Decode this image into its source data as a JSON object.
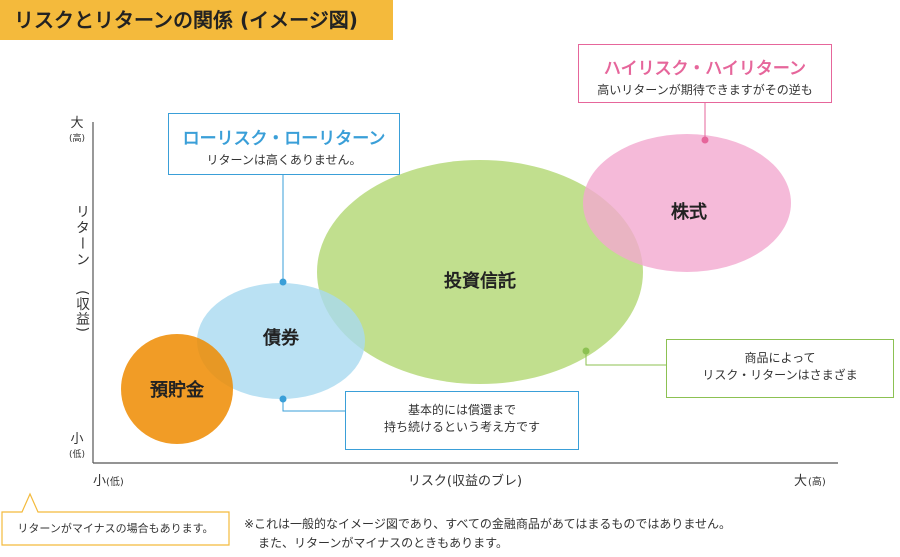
{
  "title": "リスクとリターンの関係 (イメージ図)",
  "axes": {
    "y_high": "大",
    "y_high_sub": "(高)",
    "y_low": "小",
    "y_low_sub": "(低)",
    "y_label_main": "リターン",
    "y_label_paren": "(収益)",
    "x_low": "小",
    "x_low_sub": "(低)",
    "x_label": "リスク(収益のブレ)",
    "x_high": "大",
    "x_high_sub": "(高)"
  },
  "assets": [
    {
      "id": "deposit",
      "label": "預貯金",
      "color": "#ef8b00"
    },
    {
      "id": "bonds",
      "label": "債券",
      "color": "#a9d9f0"
    },
    {
      "id": "funds",
      "label": "投資信託",
      "color": "#b6d97a"
    },
    {
      "id": "stocks",
      "label": "株式",
      "color": "#f2a9cf"
    }
  ],
  "callouts": {
    "low_risk": {
      "title": "ローリスク・ローリターン",
      "sub": "リターンは高くありません。",
      "color": "#3a9fd8"
    },
    "high_risk": {
      "title": "ハイリスク・ハイリターン",
      "sub": "高いリターンが期待できますがその逆も",
      "color": "#e6669b"
    },
    "bonds_note": {
      "line1": "基本的には償還まで",
      "line2": "持ち続けるという考え方です",
      "color": "#3a9fd8"
    },
    "funds_note": {
      "line1": "商品によって",
      "line2": "リスク・リターンはさまざま",
      "color": "#8cc152"
    },
    "negative_note": {
      "text": "リターンがマイナスの場合もあります。",
      "color": "#f4ba3c"
    }
  },
  "footnote": {
    "line1": "※これは一般的なイメージ図であり、すべての金融商品があてはまるものではありません。",
    "line2": "また、リターンがマイナスのときもあります。"
  }
}
